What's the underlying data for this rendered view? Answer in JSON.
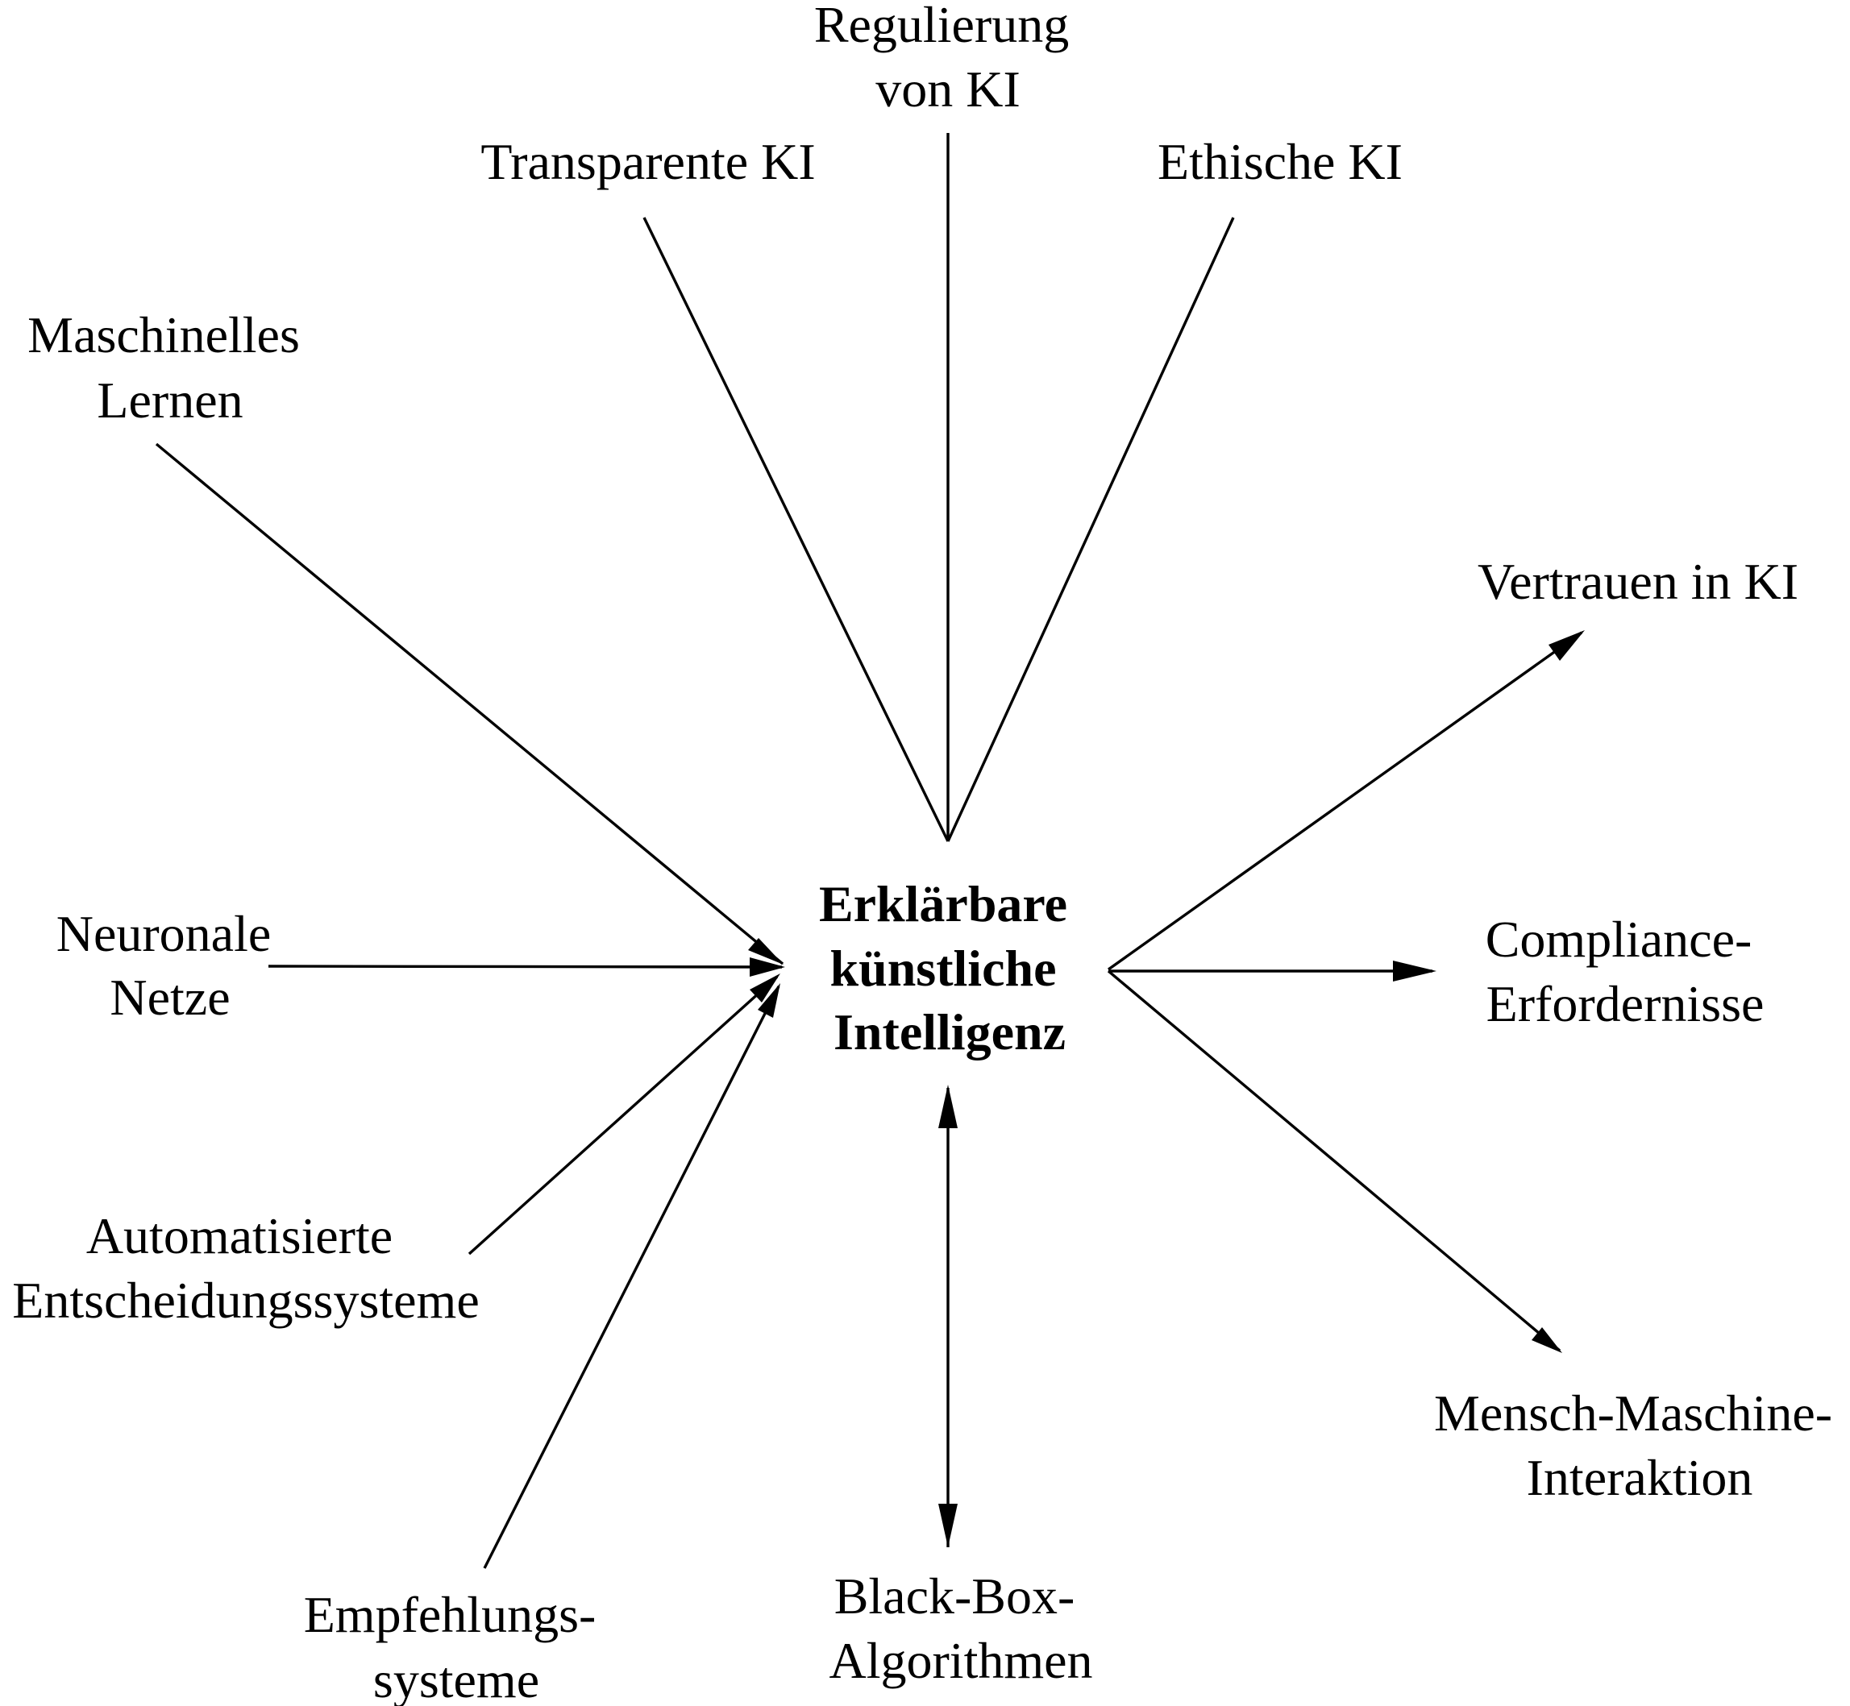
{
  "diagram": {
    "center": {
      "lines": [
        "Erklärbare",
        "künstliche",
        "Intelligenz"
      ]
    },
    "nodes": {
      "regulierung": {
        "lines": [
          "Regulierung",
          "von KI"
        ]
      },
      "transparente": {
        "lines": [
          "Transparente KI"
        ]
      },
      "ethische": {
        "lines": [
          "Ethische KI"
        ]
      },
      "maschinelles": {
        "lines": [
          "Maschinelles",
          "Lernen"
        ]
      },
      "neuronale": {
        "lines": [
          "Neuronale",
          "Netze"
        ]
      },
      "automatisierte": {
        "lines": [
          "Automatisierte",
          "Entscheidungssysteme"
        ]
      },
      "empfehlung": {
        "lines": [
          "Empfehlungs-",
          "systeme"
        ]
      },
      "blackbox": {
        "lines": [
          "Black-Box-",
          "Algorithmen"
        ]
      },
      "vertrauen": {
        "lines": [
          "Vertrauen in KI"
        ]
      },
      "compliance": {
        "lines": [
          "Compliance-",
          "Erfordernisse"
        ]
      },
      "mensch": {
        "lines": [
          "Mensch-Maschine-",
          "Interaktion"
        ]
      }
    },
    "edges": [
      {
        "from": "regulierung",
        "to": "center",
        "arrow": "none"
      },
      {
        "from": "transparente",
        "to": "center",
        "arrow": "none"
      },
      {
        "from": "ethische",
        "to": "center",
        "arrow": "none"
      },
      {
        "from": "maschinelles",
        "to": "center",
        "arrow": "end"
      },
      {
        "from": "neuronale",
        "to": "center",
        "arrow": "end"
      },
      {
        "from": "automatisierte",
        "to": "center",
        "arrow": "end"
      },
      {
        "from": "empfehlung",
        "to": "center",
        "arrow": "end"
      },
      {
        "from": "center",
        "to": "blackbox",
        "arrow": "both"
      },
      {
        "from": "center",
        "to": "vertrauen",
        "arrow": "end"
      },
      {
        "from": "center",
        "to": "compliance",
        "arrow": "end"
      },
      {
        "from": "center",
        "to": "mensch",
        "arrow": "end"
      }
    ]
  }
}
